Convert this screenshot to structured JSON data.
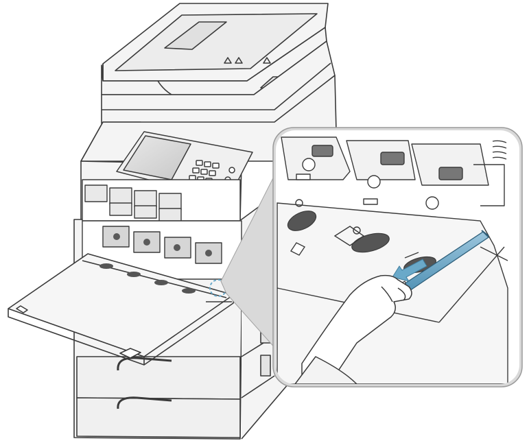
{
  "illustration": {
    "accent_color": "#6aa9c9",
    "line_color": "#3a3a3a",
    "panel_fill": "#f4f4f4",
    "inset_bg": "#ffffff",
    "inset_border": "#9a9a9a",
    "callout_fill": "#d9d9d9",
    "icons": [
      "printer",
      "control-panel",
      "toner-cartridge",
      "transfer-belt-cleaner",
      "hand",
      "pull-direction-arrow"
    ]
  }
}
